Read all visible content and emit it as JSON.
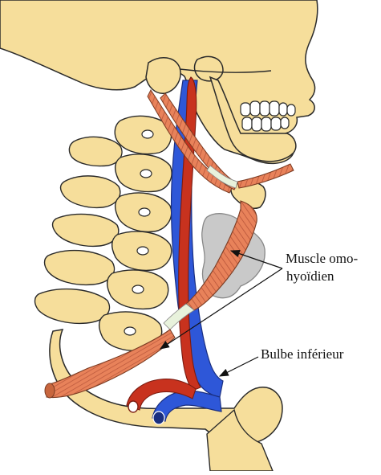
{
  "labels": {
    "muscle_line1": "Muscle omo-",
    "muscle_line2": "hyoïdien",
    "bulbe": "Bulbe inférieur"
  },
  "colors": {
    "bone": "#F6DE9B",
    "bone_outline": "#2a2a2a",
    "muscle": "#E8825A",
    "muscle_stripe": "#B8553A",
    "vein": "#2E57D8",
    "artery": "#C8321E",
    "cartilage": "#BDBDBD",
    "tendon": "#E8F2DC"
  },
  "icons": {
    "arrow": "line-arrow",
    "vein_vessel": "blue-vein",
    "artery_vessel": "red-artery"
  }
}
